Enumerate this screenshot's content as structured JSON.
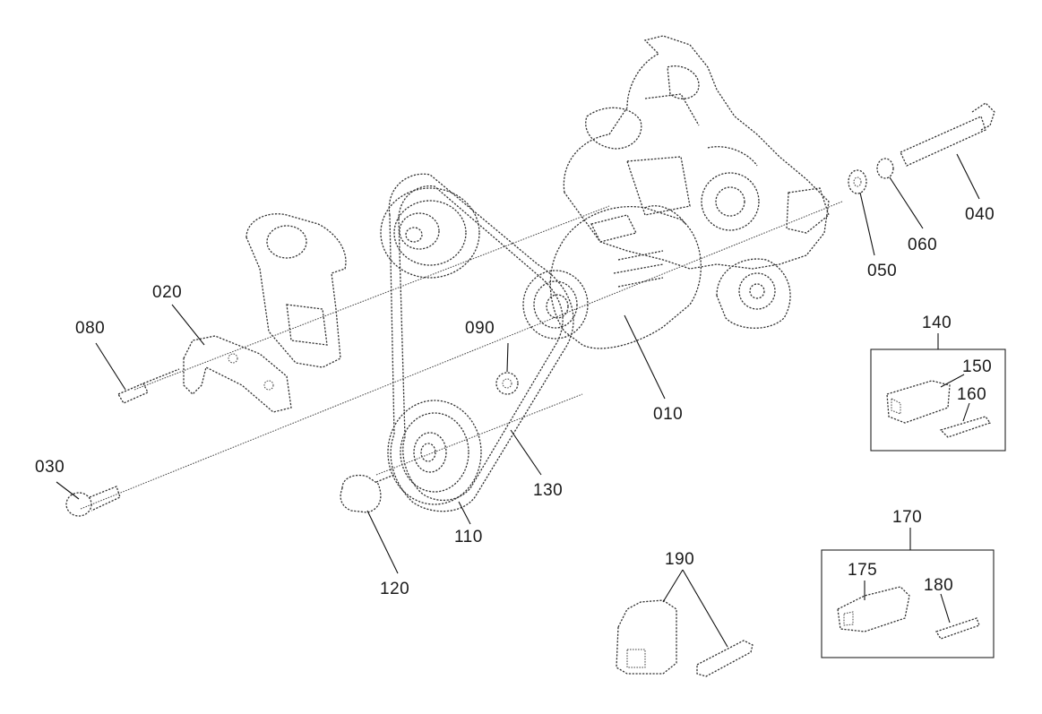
{
  "parts": {
    "p010": "010",
    "p020": "020",
    "p030": "030",
    "p040": "040",
    "p050": "050",
    "p060": "060",
    "p080": "080",
    "p090": "090",
    "p110": "110",
    "p120": "120",
    "p130": "130",
    "p140": "140",
    "p150": "150",
    "p160": "160",
    "p170": "170",
    "p175": "175",
    "p180": "180",
    "p190": "190"
  },
  "colors": {
    "ink": "#1a1a1a",
    "background": "#ffffff"
  }
}
